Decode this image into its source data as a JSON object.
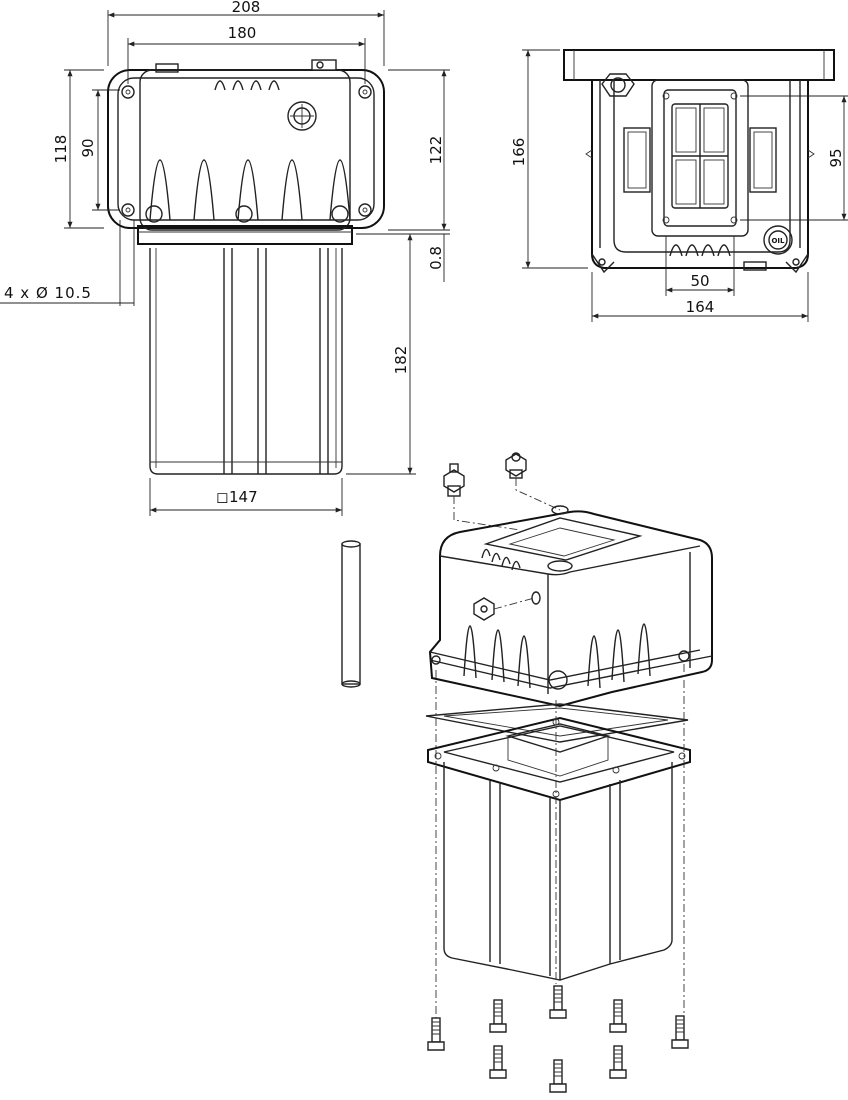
{
  "front_view": {
    "dim_overall_width": "208",
    "dim_hole_spacing_width": "180",
    "dim_overall_height": "118",
    "dim_hole_spacing_height": "90",
    "dim_housing_height": "122",
    "dim_gasket_thickness": "0.8",
    "dim_hole_callout": "4 x Ø 10.5",
    "dim_tank_depth": "182",
    "dim_tank_square": "147",
    "square_symbol": "◻"
  },
  "top_view": {
    "dim_total_height": "166",
    "dim_port_height": "95",
    "dim_port_width": "50",
    "dim_total_width": "164",
    "oil_label": "OIL"
  },
  "exploded_view": {
    "bolt_count": 10
  }
}
